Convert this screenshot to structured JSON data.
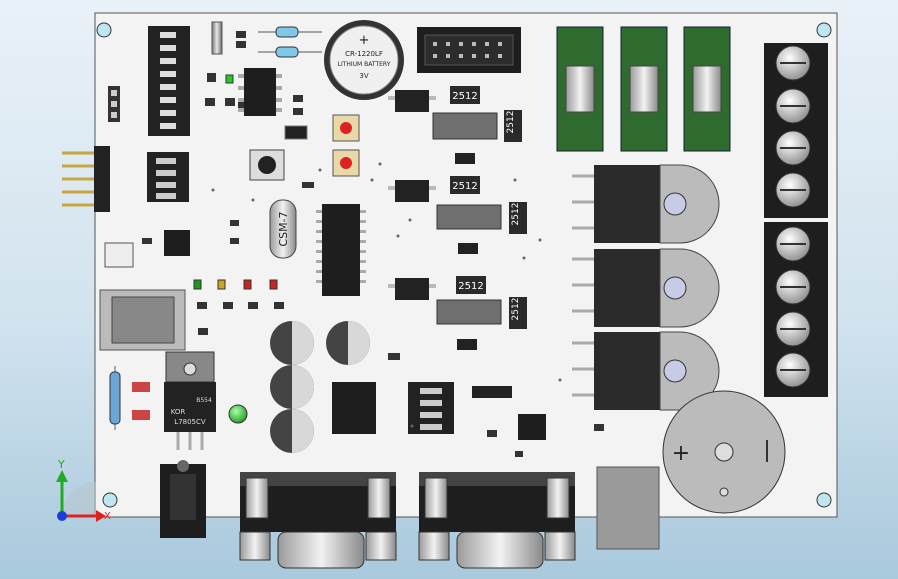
{
  "viewport": {
    "title": "3D CAD model view of a microcontroller development PCB"
  },
  "labels": {
    "battery_line1": "+",
    "battery_line2": "CR-1220LF",
    "battery_line3": "LITHIUM BATTERY",
    "battery_line4": "3V",
    "crystal": "CSM-7",
    "resistor_a": "2512",
    "resistor_b": "2512",
    "resistor_c": "2512",
    "resistor_d": "2512",
    "resistor_e": "2512",
    "resistor_f": "2512",
    "regulator_line1": "KOR",
    "regulator_line2": "L7805CV",
    "regulator_tag": "B554",
    "buzzer_plus": "+"
  },
  "axis": {
    "y_label": "Y",
    "x_label": "X"
  },
  "colors": {
    "board": "#f3f3f3",
    "green_relay": "#2f6a2f",
    "led_green": "#33cc33",
    "chip": "#1e1e1e",
    "accent_blue": "#1b3fd6"
  },
  "icons": [
    "axis-triad-icon",
    "mounting-hole-icon"
  ]
}
